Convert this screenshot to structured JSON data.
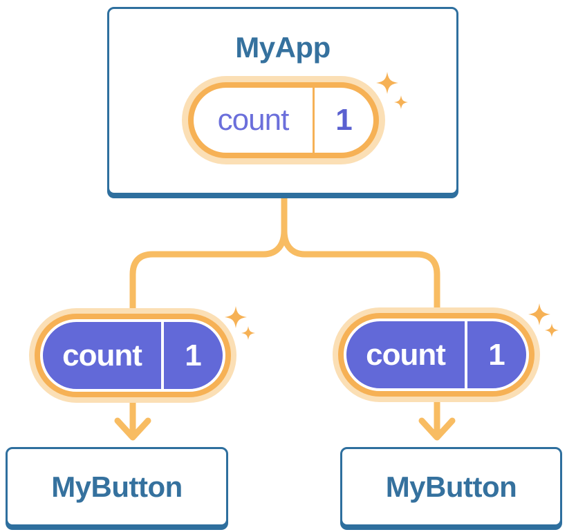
{
  "diagram": {
    "type": "component-state-tree",
    "root": {
      "label": "MyApp",
      "state": {
        "name": "count",
        "value": "1"
      }
    },
    "children": [
      {
        "label": "MyButton",
        "state": {
          "name": "count",
          "value": "1"
        }
      },
      {
        "label": "MyButton",
        "state": {
          "name": "count",
          "value": "1"
        }
      }
    ]
  },
  "icons": {
    "sparkle": "sparkle-icon"
  },
  "colors": {
    "canvas_bg": "#FFFFFF",
    "node_border": "#2E6F9E",
    "node_label": "#35719E",
    "connector": "#F8BC62",
    "pill_border": "#F6B155",
    "pill_glow": "#FBDFB5",
    "pill_fill_highlight": "#6269D8",
    "state_name_text": "#6B6FDB",
    "state_value_text": "#5A60D0"
  }
}
